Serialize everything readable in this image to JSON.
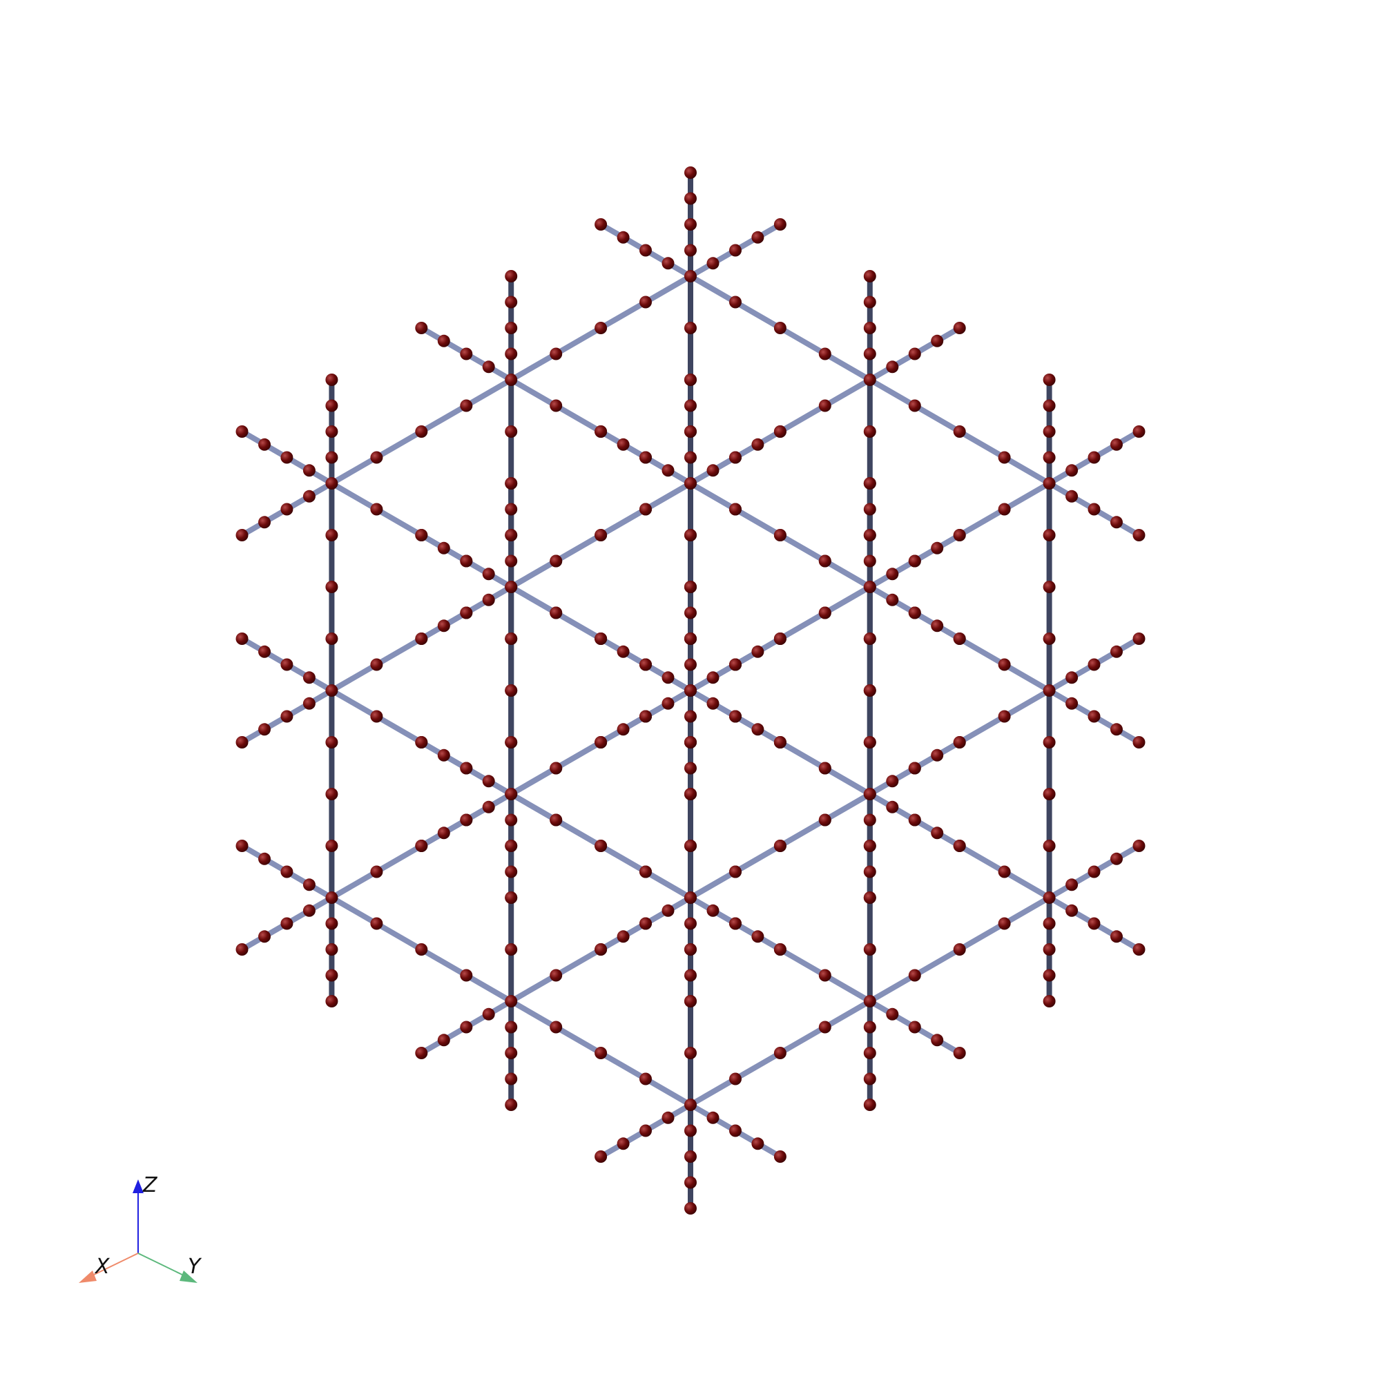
{
  "colors": {
    "background": "#ffffff",
    "bond_light": "#8590b8",
    "bond_dark": "#3e4560",
    "atom": "#6b0a0a",
    "atom_highlight": "#b84a4a",
    "axis_x": "#ef8a6a",
    "axis_y": "#5cb87c",
    "axis_z": "#1f1fe0"
  },
  "lattice": {
    "structure": "cubic framework",
    "nodes_per_edge": 3,
    "segments_per_bond": 4,
    "projection": "isometric"
  },
  "axes_triad": {
    "x_label": "X",
    "y_label": "Y",
    "z_label": "Z"
  }
}
